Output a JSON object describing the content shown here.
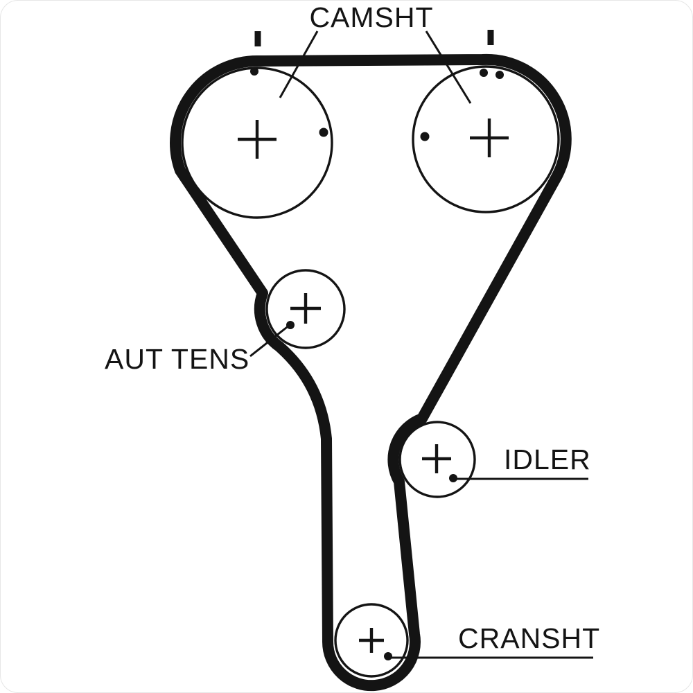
{
  "page": {
    "background": "#ffffff",
    "line_color": "#141414"
  },
  "diagram": {
    "kind": "timing-belt-routing-diagram",
    "labels": {
      "camshaft": "CAMSHT",
      "tensioner": "AUT TENS",
      "idler": "IDLER",
      "crankshaft": "CRANSHT"
    }
  }
}
